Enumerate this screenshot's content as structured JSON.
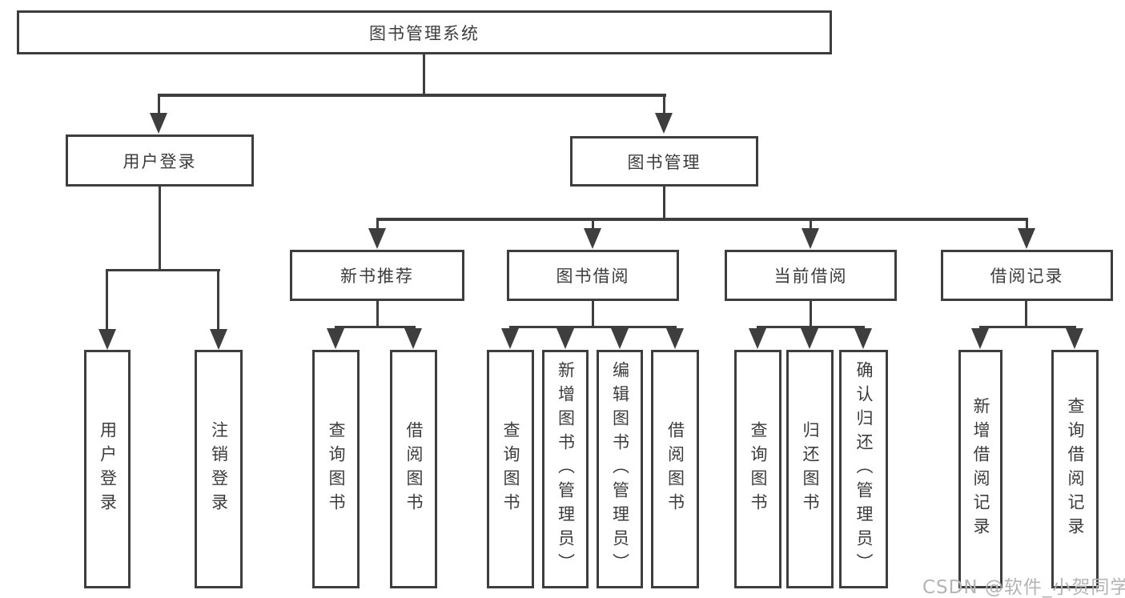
{
  "diagram": {
    "title": "图书管理系统",
    "login": {
      "label": "用户登录",
      "children": [
        {
          "label": "用户登录"
        },
        {
          "label": "注销登录"
        }
      ]
    },
    "management": {
      "label": "图书管理",
      "groups": [
        {
          "label": "新书推荐",
          "children": [
            {
              "label": "查询图书"
            },
            {
              "label": "借阅图书"
            }
          ]
        },
        {
          "label": "图书借阅",
          "children": [
            {
              "label": "查询图书"
            },
            {
              "label": "新增图书（管理员）"
            },
            {
              "label": "编辑图书（管理员）"
            },
            {
              "label": "借阅图书"
            }
          ]
        },
        {
          "label": "当前借阅",
          "children": [
            {
              "label": "查询图书"
            },
            {
              "label": "归还图书"
            },
            {
              "label": "确认归还（管理员）"
            }
          ]
        },
        {
          "label": "借阅记录",
          "children": [
            {
              "label": "新增借阅记录"
            },
            {
              "label": "查询借阅记录"
            }
          ]
        }
      ]
    },
    "watermark": "CSDN @软件_小贺同学",
    "colors": {
      "line": "#3e3e3e",
      "text": "#3c3c3c",
      "watermark": "#b4b4b4",
      "background": "#ffffff"
    }
  }
}
